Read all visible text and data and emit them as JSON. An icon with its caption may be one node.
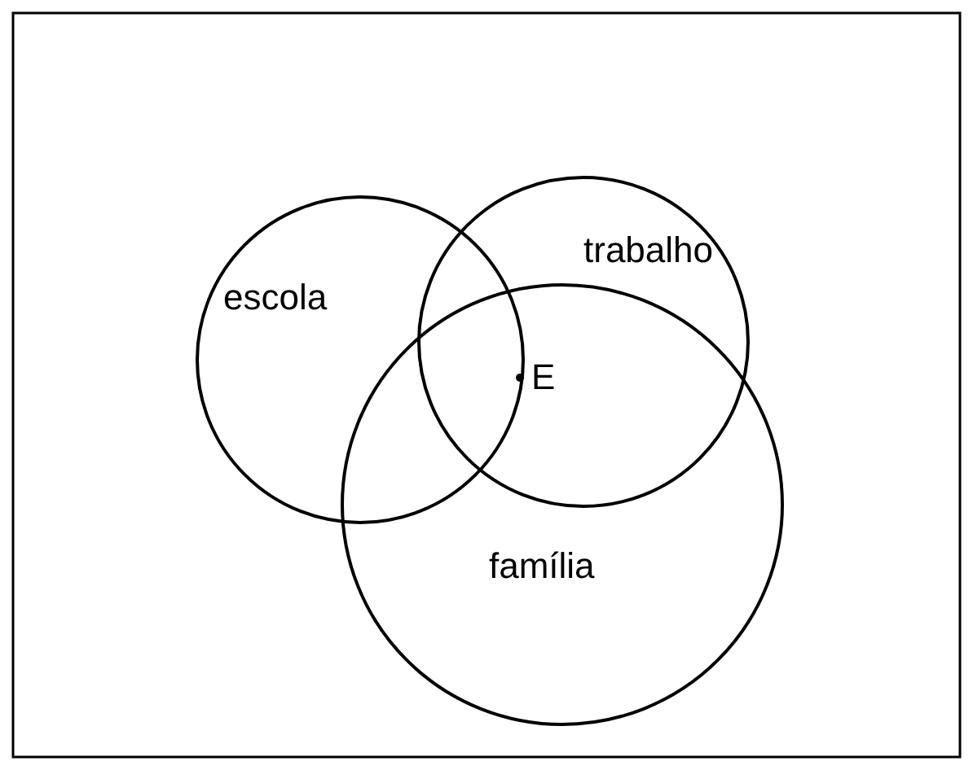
{
  "diagram": {
    "nodes": [
      {
        "text": [
          "escola"
        ]
      },
      {
        "text": [
          "trabalho"
        ]
      },
      {
        "text": [
          "família"
        ]
      }
    ],
    "labels": [
      "E"
    ]
  }
}
